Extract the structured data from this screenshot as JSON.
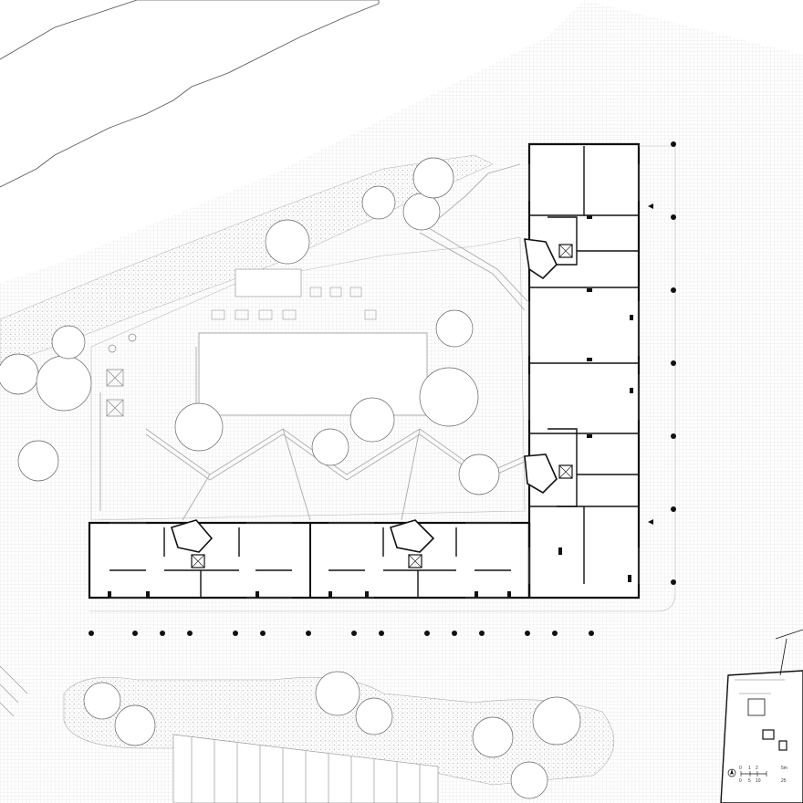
{
  "drawing": {
    "scale_bar": {
      "ticks": [
        "0",
        "1",
        "2",
        "5m"
      ],
      "sub_ticks": [
        "0",
        "5",
        "10",
        "25"
      ]
    },
    "colors": {
      "background": "#ffffff",
      "hatch": "#cccccc",
      "wall": "#111111",
      "thin_line": "#999999",
      "tree": "#555555"
    },
    "layers": [
      "site-hatch",
      "neighbour-building",
      "walkways",
      "courtyard",
      "tree-canopies",
      "l-shaped-building",
      "column-grid",
      "parking",
      "corner-building",
      "north-arrow",
      "scale-bar"
    ]
  }
}
